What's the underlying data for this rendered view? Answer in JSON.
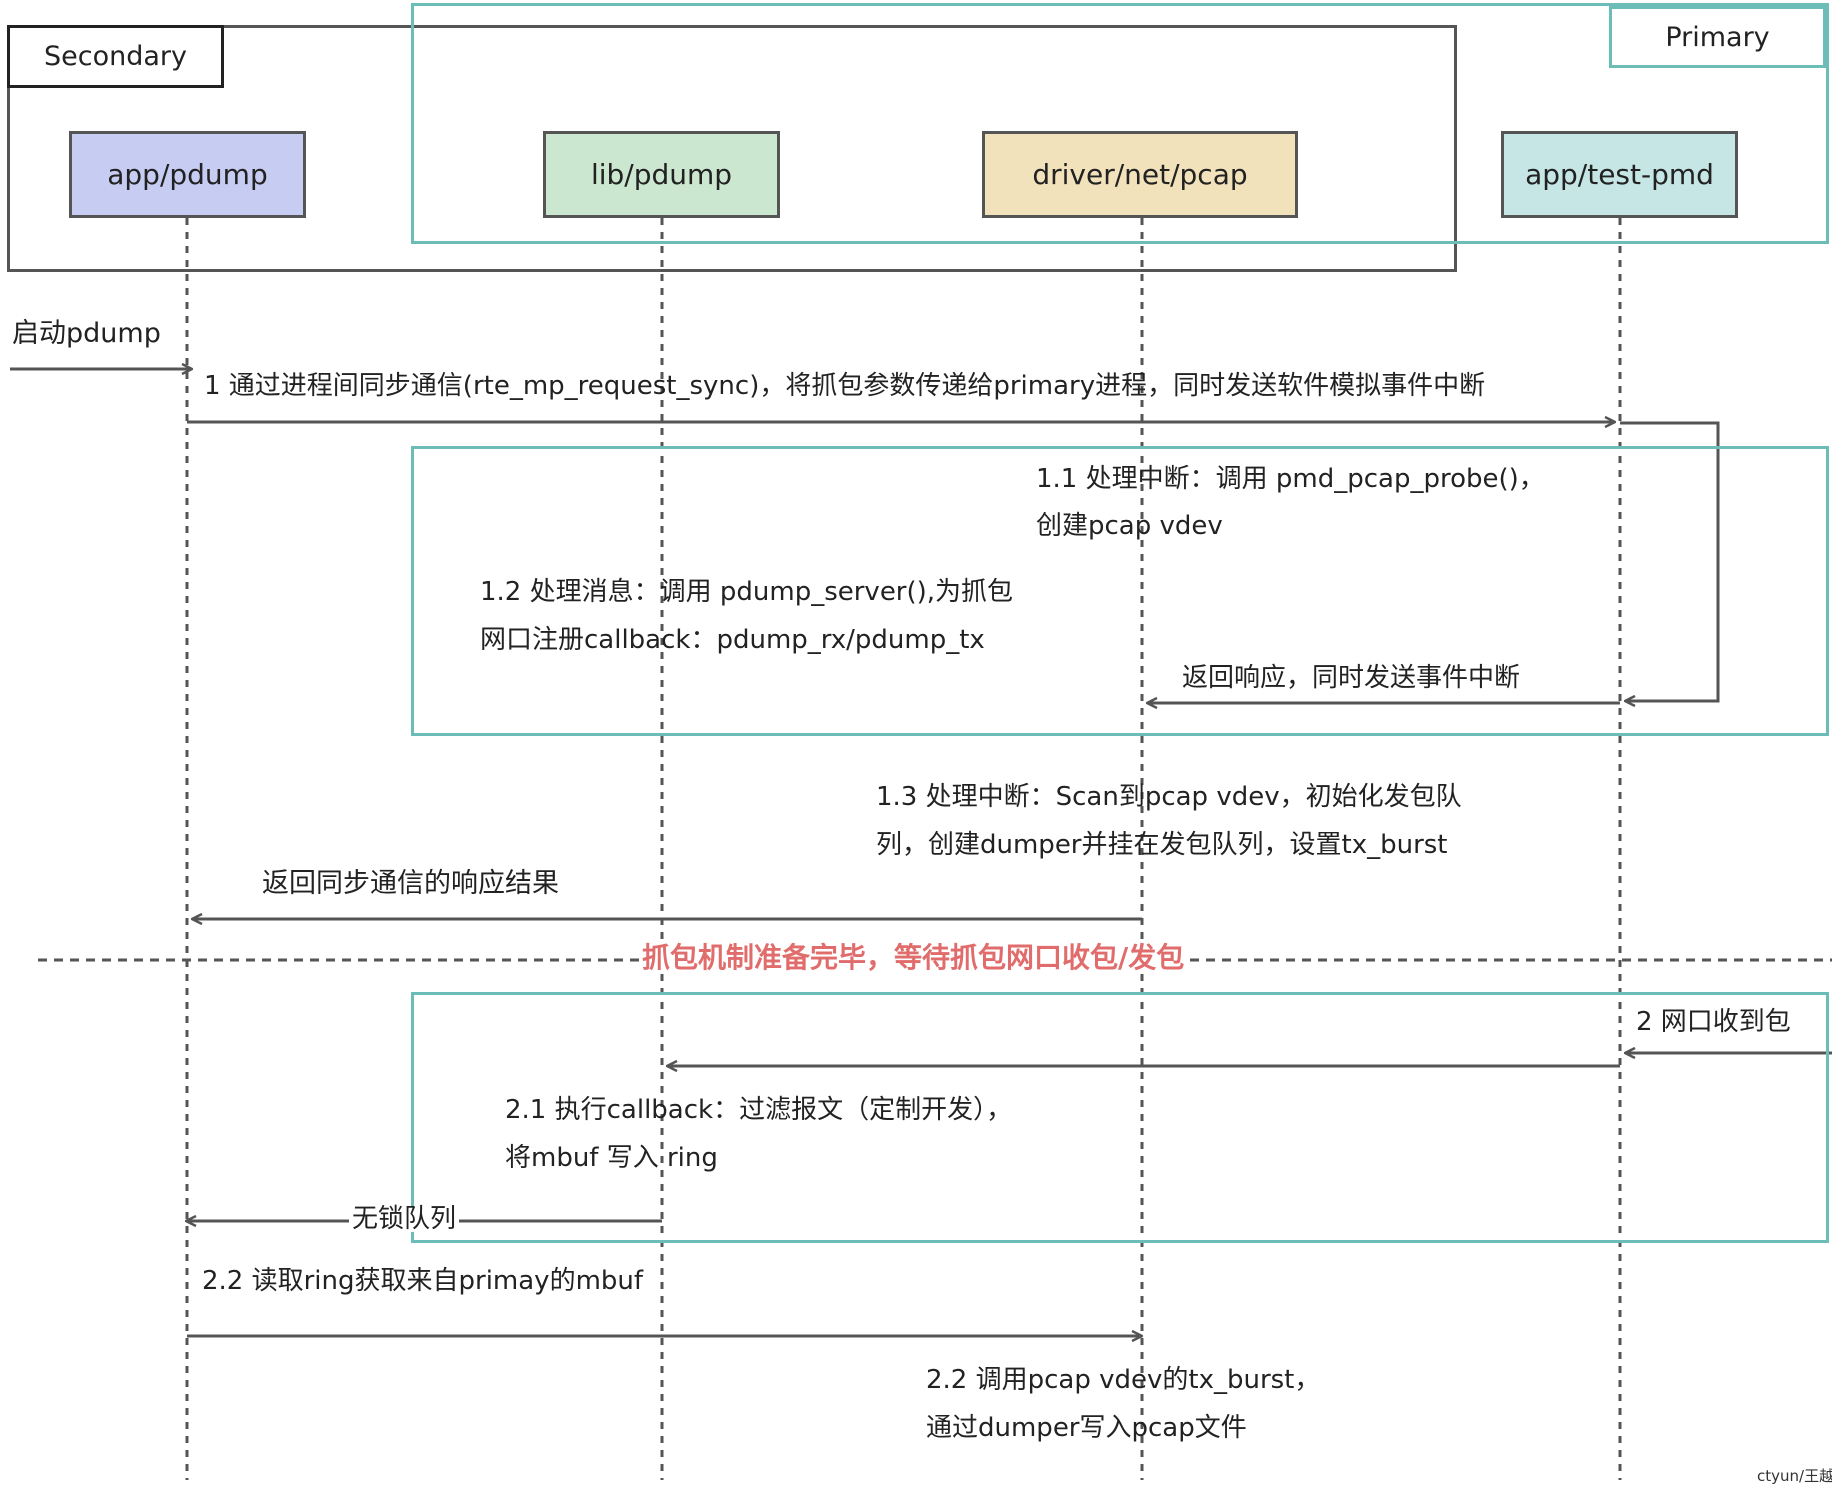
{
  "groups": {
    "secondary": "Secondary",
    "primary": "Primary"
  },
  "participants": [
    {
      "id": "app_pdump",
      "label": "app/pdump",
      "color": "#c6ccf2"
    },
    {
      "id": "lib_pdump",
      "label": "lib/pdump",
      "color": "#cce7d0"
    },
    {
      "id": "driver_pcap",
      "label": "driver/net/pcap",
      "color": "#f2e2bc"
    },
    {
      "id": "test_pmd",
      "label": "app/test-pmd",
      "color": "#c5e6e5"
    }
  ],
  "colors": {
    "teal": "#6cbcb8",
    "dark": "#555555",
    "highlight": "#e06c6c"
  },
  "messages": {
    "start": "启动pdump",
    "m1": "1 通过进程间同步通信(rte_mp_request_sync)，将抓包参数传递给primary进程，同时发送软件模拟事件中断",
    "m1_1_line1": "1.1 处理中断：调用 pmd_pcap_probe()，",
    "m1_1_line2": "创建pcap vdev",
    "m1_2_line1": "1.2 处理消息：调用 pdump_server(),为抓包",
    "m1_2_line2": "网口注册callback：pdump_rx/pdump_tx",
    "reply_event": "返回响应，同时发送事件中断",
    "m1_3_line1": "1.3 处理中断：Scan到pcap vdev，初始化发包队",
    "m1_3_line2": "列，创建dumper并挂在发包队列，设置tx_burst",
    "sync_result": "返回同步通信的响应结果",
    "separator": "抓包机制准备完毕，等待抓包网口收包/发包",
    "m2": "2 网口收到包",
    "m2_1_line1": "2.1 执行callback：过滤报文（定制开发），",
    "m2_1_line2": "将mbuf 写入 ring",
    "lockfree": "无锁队列",
    "m2_2_read": "2.2 读取ring获取来自primay的mbuf",
    "m2_2_line1": "2.2 调用pcap vdev的tx_burst，",
    "m2_2_line2": "通过dumper写入pcap文件"
  },
  "watermark": "ctyun/王越"
}
